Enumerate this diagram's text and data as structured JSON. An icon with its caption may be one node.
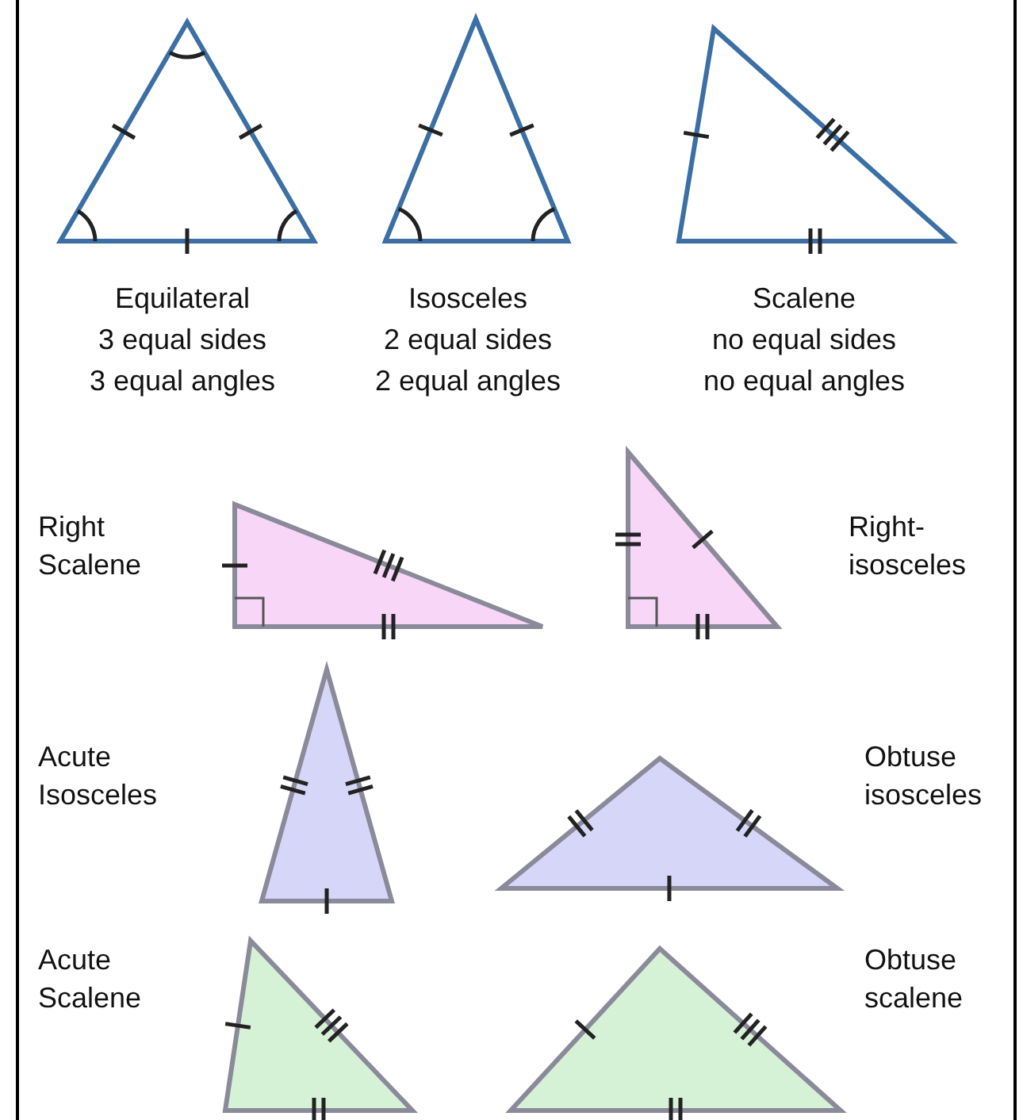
{
  "diagram": {
    "labels": [
      "Equilateral",
      "Isosceles",
      "Scalene",
      "3 equal sides",
      "2 equal sides",
      "no equal sides",
      "3 equal angles",
      "2 equal angles",
      "no equal angles",
      "Right Scalene",
      "Right-isosceles",
      "Acute Isosceles",
      "Obtuse isosceles",
      "Acute Scalene",
      "Obtuse scalene"
    ]
  }
}
